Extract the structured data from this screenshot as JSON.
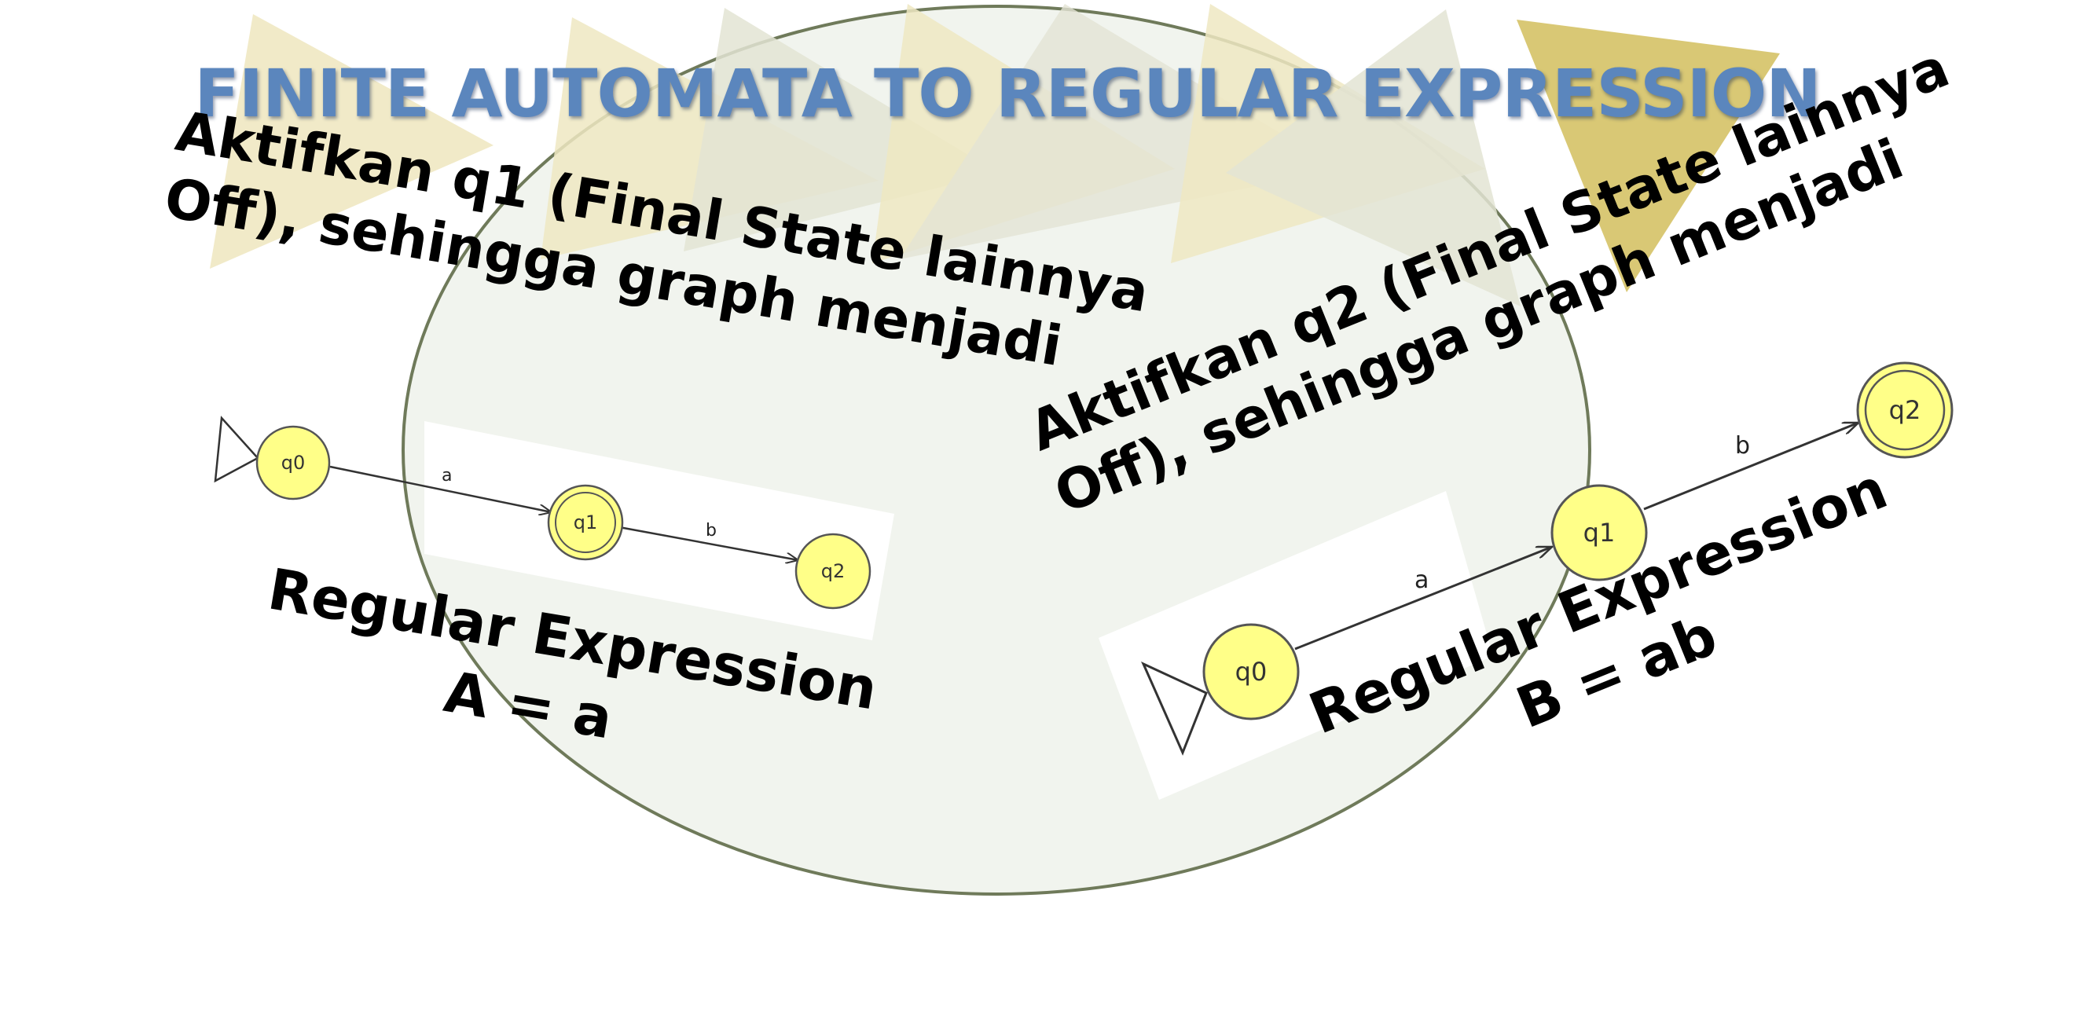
{
  "title": "FINITE AUTOMATA TO REGULAR EXPRESSION",
  "left": {
    "instruction_lines": [
      "Aktifkan q1 (Final State lainnya",
      "Off), sehingga graph menjadi"
    ],
    "regex_lines": [
      "Regular Expression",
      "A = a"
    ],
    "states": [
      "q0",
      "q1",
      "q2"
    ],
    "edges": [
      "a",
      "b"
    ]
  },
  "right": {
    "instruction_lines": [
      "Aktifkan q2 (Final State lainnya",
      "Off), sehingga graph menjadi"
    ],
    "regex_lines": [
      "Regular Expression",
      "B = ab"
    ],
    "states": [
      "q0",
      "q1",
      "q2"
    ],
    "edges": [
      "a",
      "b"
    ]
  },
  "colors": {
    "title": "#5b86bd",
    "state_fill": "#ffff88",
    "ellipse_fill": "#f1f4ee",
    "ellipse_stroke": "#6f7a5a",
    "triangle_light": "#efe8c2",
    "triangle_gray": "#e3e4d4",
    "triangle_gold": "#d7c56e"
  }
}
